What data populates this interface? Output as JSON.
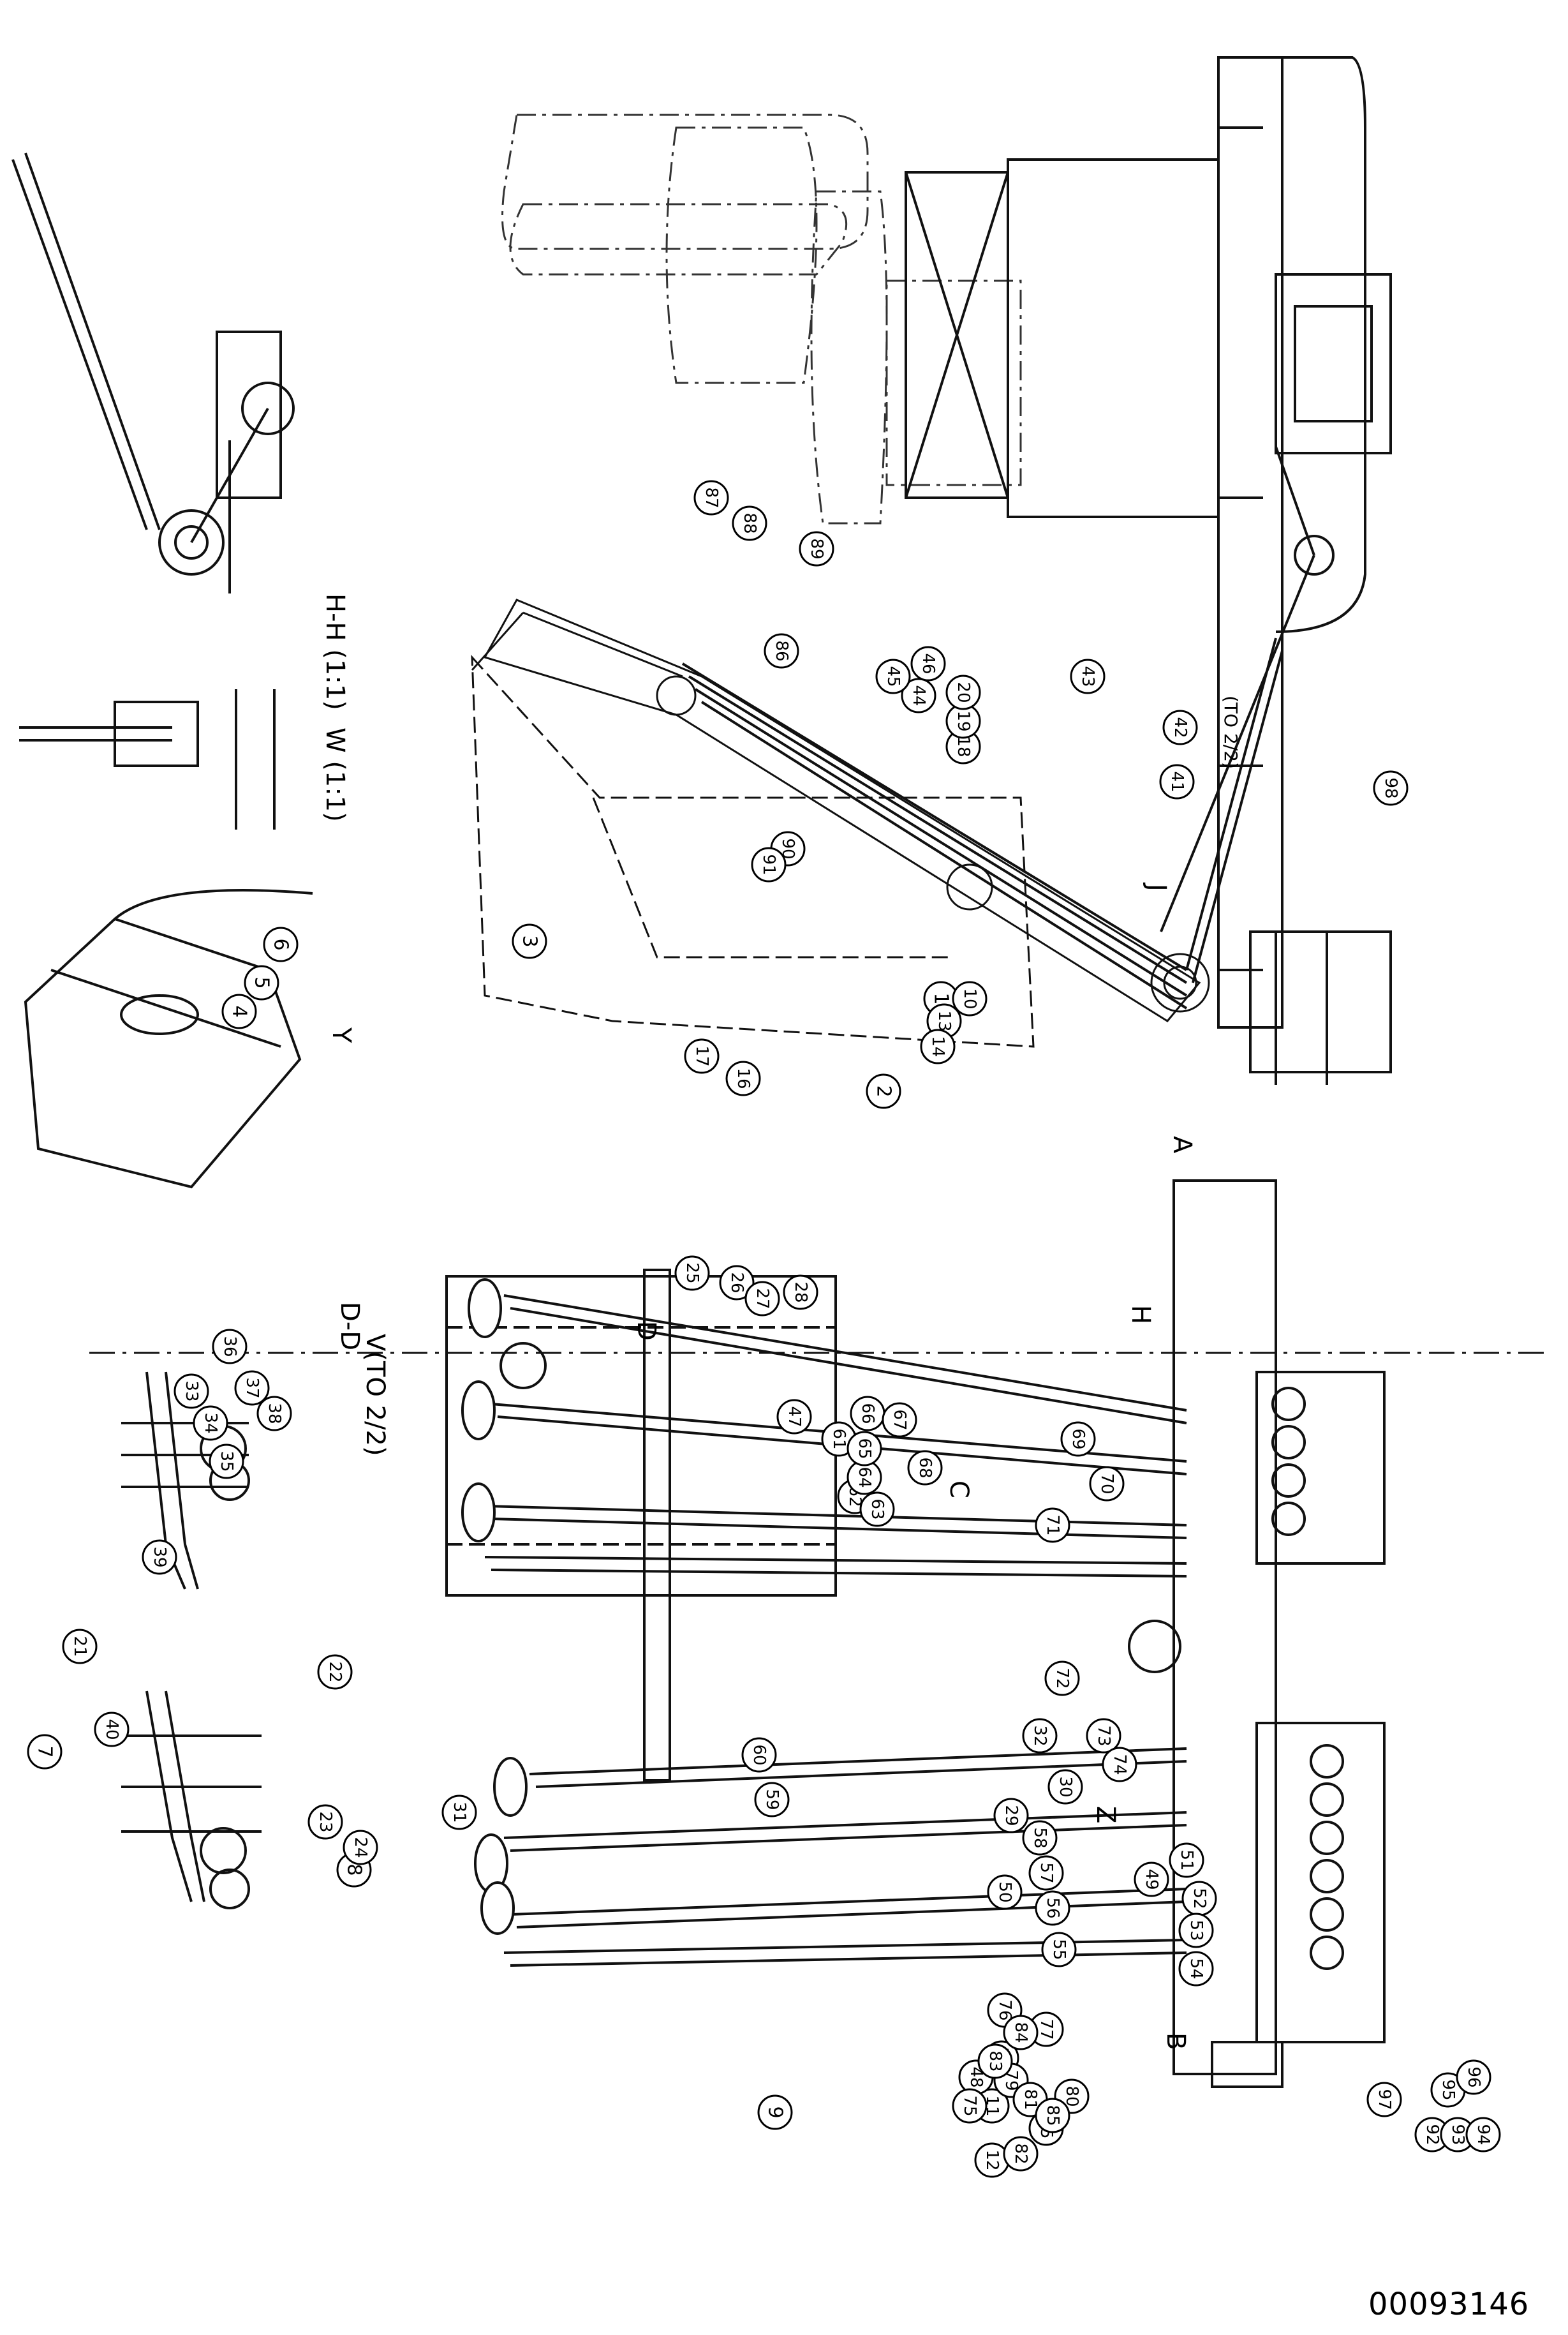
{
  "document_id": "00093146",
  "section_labels": {
    "hh": "H-H (1:1)",
    "w": "W (1:1)",
    "dd": "D-D",
    "y": "Y",
    "v": "V(TO 2/2)"
  },
  "markers": [
    "A",
    "B",
    "C",
    "D",
    "H",
    "J",
    "Z"
  ],
  "ref_notes": [
    "(TO 2/2)"
  ],
  "callouts": [
    "1",
    "2",
    "3",
    "4",
    "5",
    "6",
    "7",
    "8",
    "9",
    "10",
    "11",
    "12",
    "13",
    "14",
    "15",
    "16",
    "17",
    "18",
    "19",
    "20",
    "21",
    "22",
    "23",
    "24",
    "25",
    "26",
    "27",
    "28",
    "29",
    "30",
    "31",
    "32",
    "33",
    "34",
    "35",
    "36",
    "37",
    "38",
    "39",
    "40",
    "41",
    "42",
    "43",
    "44",
    "45",
    "46",
    "47",
    "48",
    "49",
    "50",
    "51",
    "52",
    "53",
    "54",
    "55",
    "56",
    "57",
    "58",
    "59",
    "60",
    "61",
    "62",
    "63",
    "64",
    "65",
    "66",
    "67",
    "68",
    "69",
    "70",
    "71",
    "72",
    "73",
    "74",
    "75",
    "76",
    "77",
    "78",
    "79",
    "80",
    "81",
    "82",
    "83",
    "84",
    "85",
    "86",
    "87",
    "88",
    "89",
    "90",
    "91",
    "92",
    "93",
    "94",
    "95",
    "96",
    "97",
    "98"
  ]
}
